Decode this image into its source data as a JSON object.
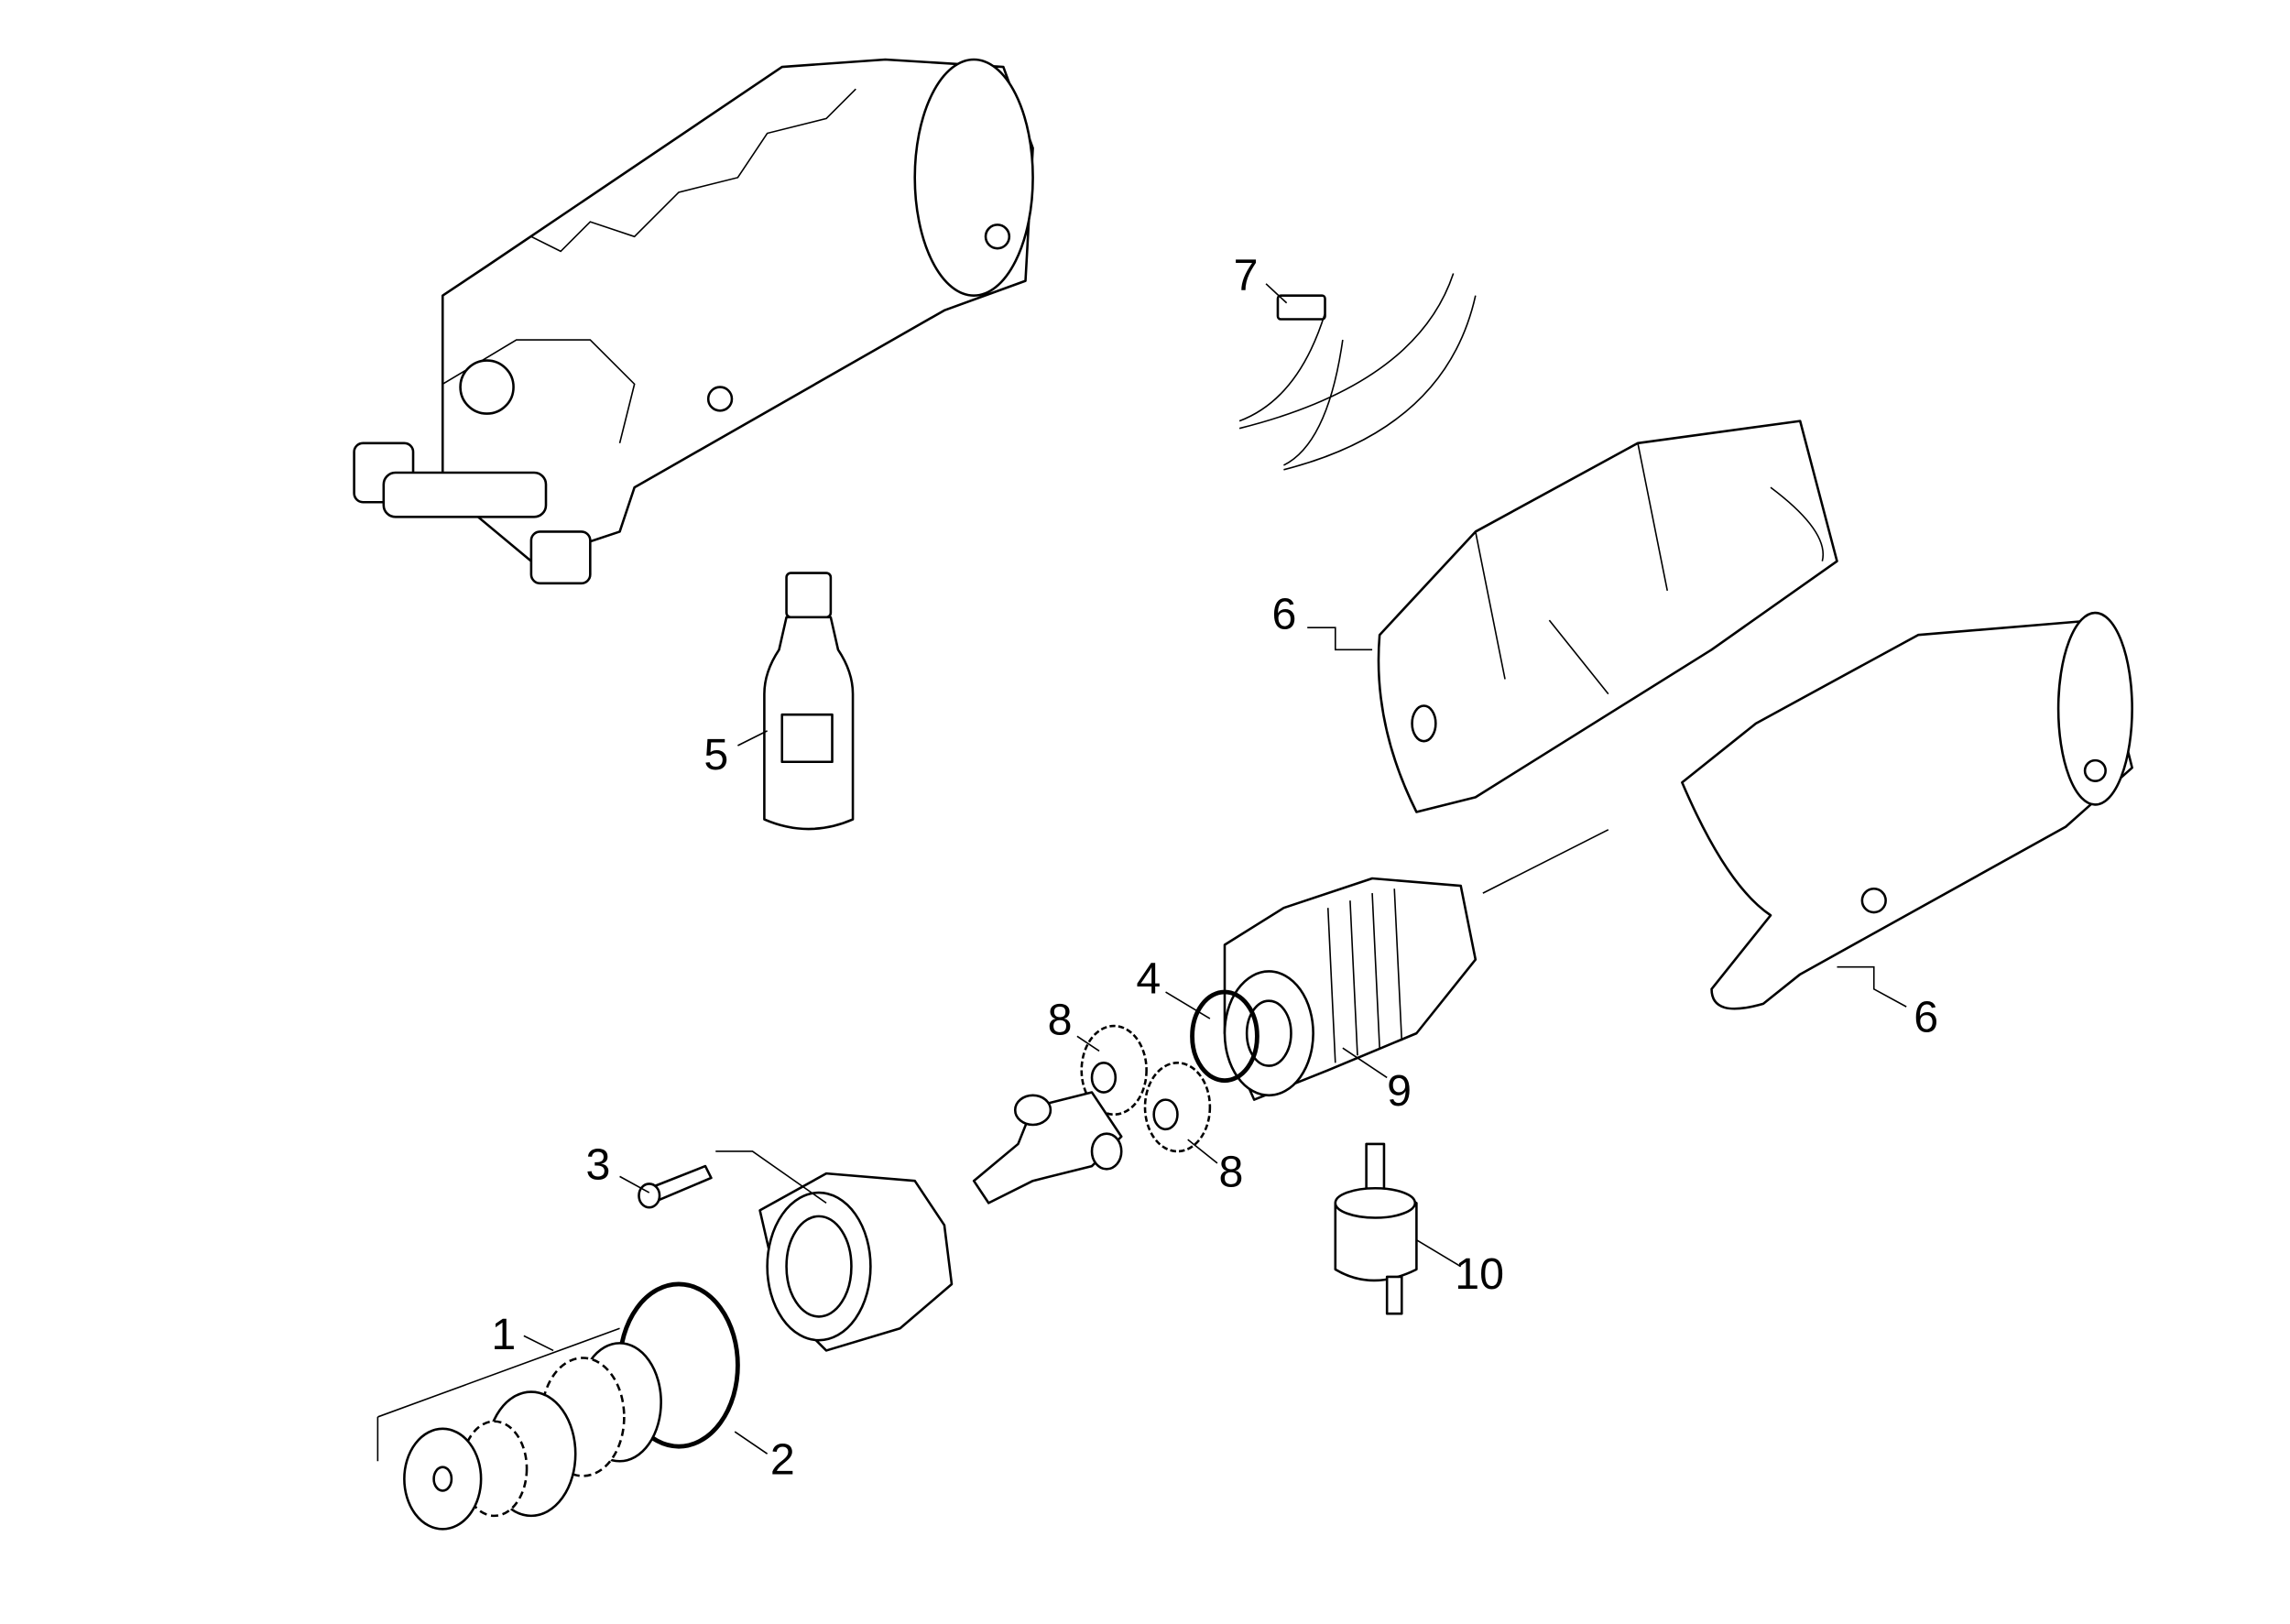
{
  "diagram": {
    "type": "exploded parts diagram",
    "callouts": [
      {
        "id": "c1",
        "label": "1"
      },
      {
        "id": "c2",
        "label": "2"
      },
      {
        "id": "c3",
        "label": "3"
      },
      {
        "id": "c4",
        "label": "4"
      },
      {
        "id": "c5",
        "label": "5"
      },
      {
        "id": "c6a",
        "label": "6"
      },
      {
        "id": "c6b",
        "label": "6"
      },
      {
        "id": "c7",
        "label": "7"
      },
      {
        "id": "c8a",
        "label": "8"
      },
      {
        "id": "c8b",
        "label": "8"
      },
      {
        "id": "c9",
        "label": "9"
      },
      {
        "id": "c10",
        "label": "10"
      }
    ]
  }
}
